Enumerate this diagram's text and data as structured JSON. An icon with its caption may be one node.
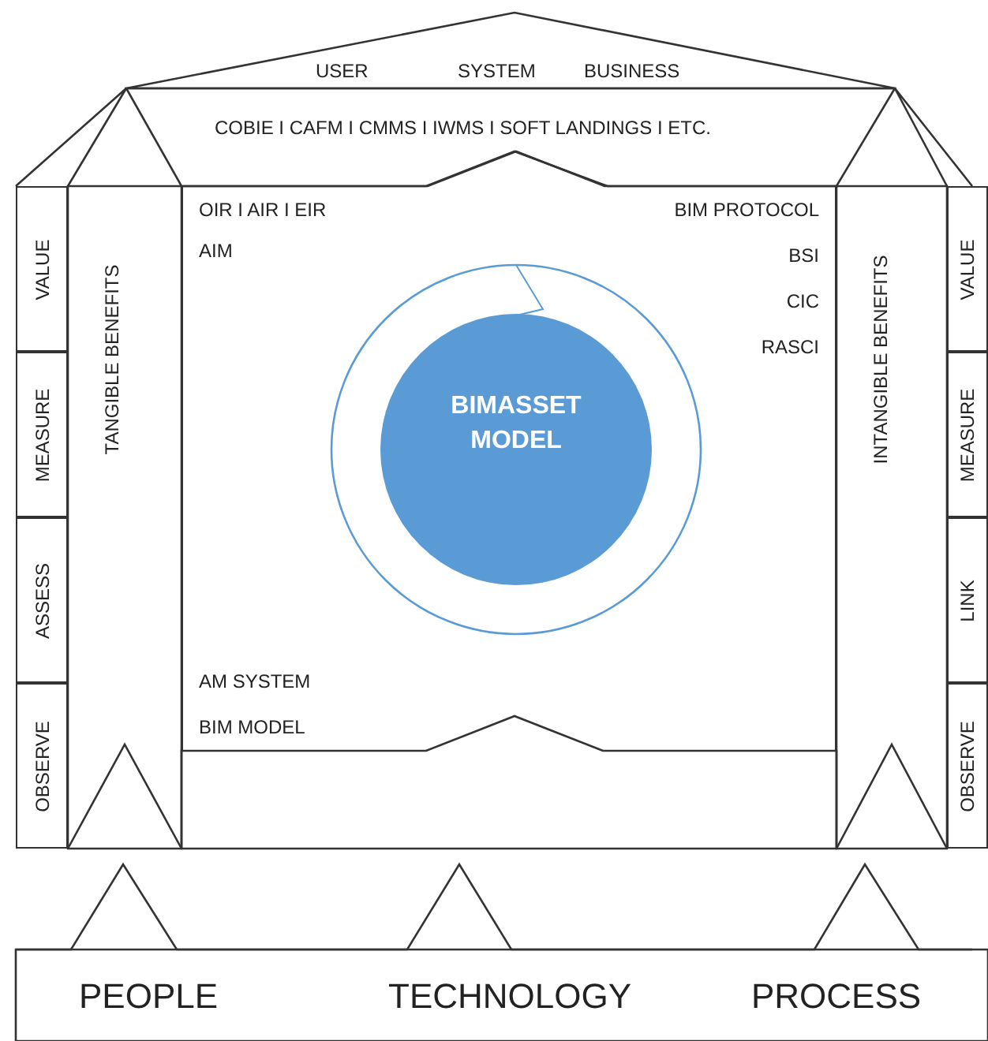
{
  "diagram": {
    "nodes": [
      {
        "text": [
          "USER",
          "SYSTEM",
          "BUSINESS"
        ]
      },
      {
        "text": [
          "COBIE I CAFM I CMMS I IWMS I SOFT LANDINGS I ETC."
        ]
      },
      {
        "text": [
          "OIR I AIR I EIR",
          "AIM",
          "BIM PROTOCOL",
          "BSI",
          "CIC",
          "RASCI",
          "AM SYSTEM",
          "BIM MODEL"
        ]
      },
      {
        "text": [],
        "shape": "circle",
        "in": 2
      },
      {
        "text": [
          "BIMASSET MODEL"
        ],
        "in": 3
      },
      {
        "text": [],
        "shape": "box"
      },
      {
        "text": [
          "TANGIBLE BENEFITS"
        ]
      },
      {
        "text": [
          "VALUE"
        ]
      },
      {
        "text": [
          "MEASURE"
        ]
      },
      {
        "text": [
          "ASSESS"
        ]
      },
      {
        "text": [
          "OBSERVE"
        ]
      },
      {
        "text": [
          "INTANGIBLE BENEFITS"
        ]
      },
      {
        "text": [
          "VALUE"
        ]
      },
      {
        "text": [
          "MEASURE"
        ]
      },
      {
        "text": [
          "LINK"
        ]
      },
      {
        "text": [
          "OBSERVE"
        ]
      },
      {
        "text": [
          "PEOPLE",
          "TECHNOLOGY",
          "PROCESS"
        ]
      }
    ],
    "edges": []
  }
}
